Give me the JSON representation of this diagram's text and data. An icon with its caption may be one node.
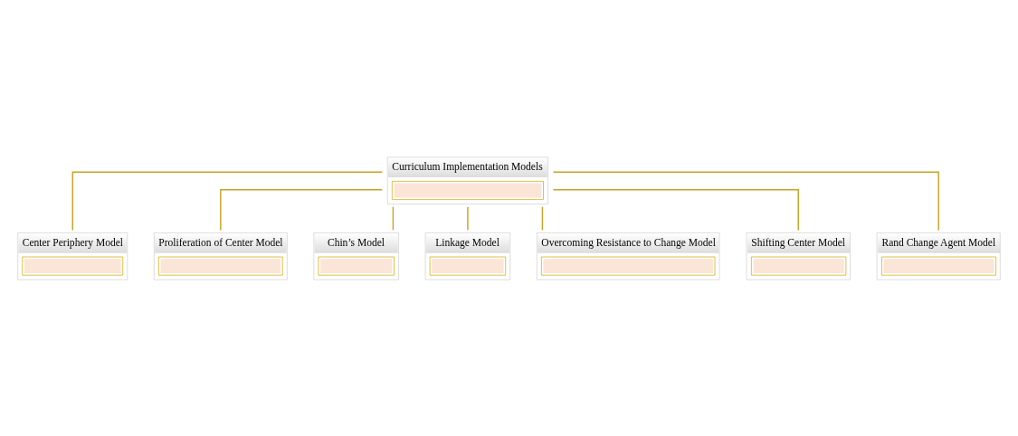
{
  "diagram": {
    "nodes": [
      {
        "text": [
          "Curriculum Implementation Models"
        ]
      },
      {
        "text": [
          "Center Periphery Model"
        ]
      },
      {
        "text": [
          "Proliferation of Center Model"
        ]
      },
      {
        "text": [
          "Chin’s Model"
        ]
      },
      {
        "text": [
          "Linkage Model"
        ]
      },
      {
        "text": [
          "Overcoming Resistance to Change Model"
        ]
      },
      {
        "text": [
          "Shifting Center Model"
        ]
      },
      {
        "text": [
          "Rand Change Agent Model"
        ]
      }
    ],
    "edges": [
      {
        "from": 0,
        "to": 1,
        "arrow": "none"
      },
      {
        "from": 0,
        "to": 2,
        "arrow": "none"
      },
      {
        "from": 0,
        "to": 3,
        "arrow": "none"
      },
      {
        "from": 0,
        "to": 4,
        "arrow": "none"
      },
      {
        "from": 0,
        "to": 5,
        "arrow": "none"
      },
      {
        "from": 0,
        "to": 6,
        "arrow": "none"
      },
      {
        "from": 0,
        "to": 7,
        "arrow": "none"
      }
    ]
  }
}
